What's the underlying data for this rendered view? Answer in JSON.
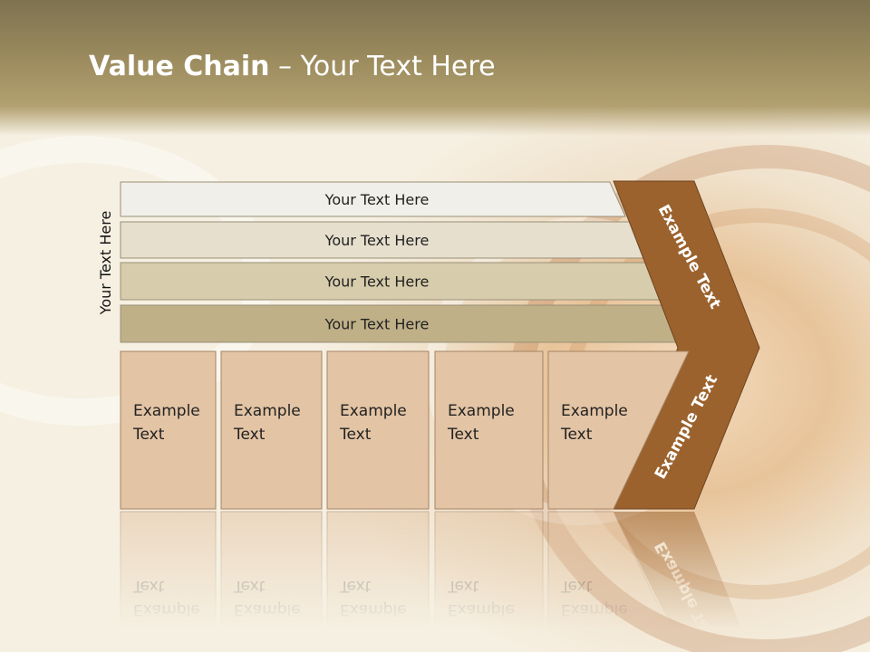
{
  "title": {
    "bold": "Value Chain",
    "rest": " – Your Text Here"
  },
  "side_label": "Your Text Here",
  "bars": [
    {
      "label": "Your Text Here",
      "color": "#f1efe9"
    },
    {
      "label": "Your Text Here",
      "color": "#e6dfcd"
    },
    {
      "label": "Your Text Here",
      "color": "#d7ccab"
    },
    {
      "label": "Your Text Here",
      "color": "#bfb088"
    }
  ],
  "columns": [
    {
      "line1": "Example",
      "line2": "Text"
    },
    {
      "line1": "Example",
      "line2": "Text"
    },
    {
      "line1": "Example",
      "line2": "Text"
    },
    {
      "line1": "Example",
      "line2": "Text"
    },
    {
      "line1": "Example",
      "line2": "Text"
    }
  ],
  "chevron_upper": "Example Text",
  "chevron_lower": "Example Text",
  "colors": {
    "chevron": "#9b622d",
    "column_fill": "#e3c4a4",
    "column_stroke": "#a48466",
    "text_dark": "#222222"
  }
}
